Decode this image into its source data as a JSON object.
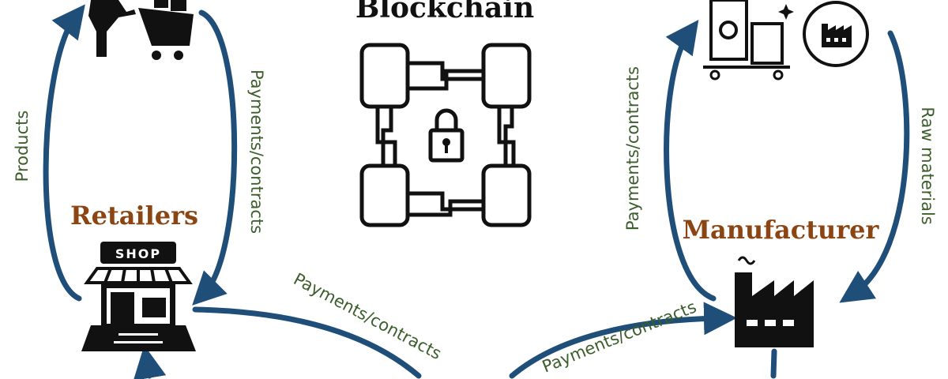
{
  "title": "Blockchain",
  "nodes": {
    "retailers": "Retailers",
    "manufacturer": "Manufacturer",
    "shop_sign": "SHOP"
  },
  "edges": {
    "products": "Products",
    "retail_payments": "Payments/contracts",
    "bottom_payments_left": "Payments/contracts",
    "bottom_payments_right": "Payments/contracts",
    "supplier_payments": "Payments/contracts",
    "raw_materials": "Raw materials"
  },
  "colors": {
    "arrow": "#1f4e79",
    "label": "#3b5e2b",
    "node_title": "#8b4513"
  }
}
